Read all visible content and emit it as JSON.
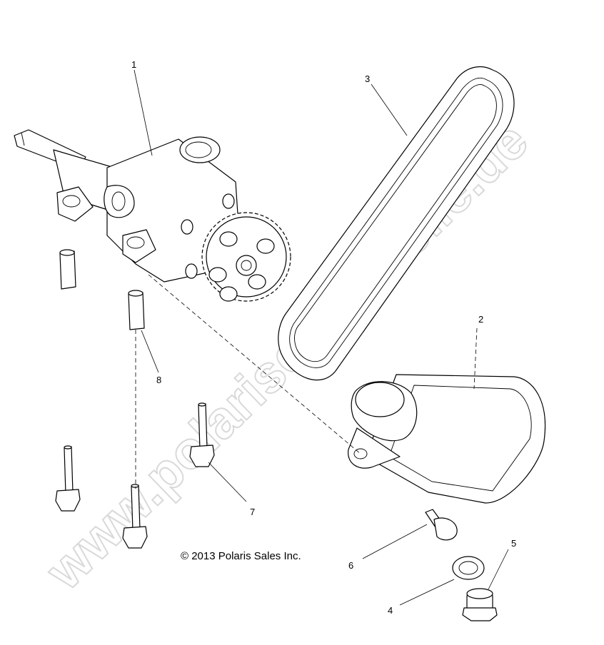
{
  "copyright": "© 2013 Polaris Sales Inc.",
  "watermark": "www.polarisersatzteile.de",
  "callouts": {
    "c1": "1",
    "c2": "2",
    "c3": "3",
    "c4": "4",
    "c5": "5",
    "c6": "6",
    "c7": "7",
    "c8": "8"
  }
}
